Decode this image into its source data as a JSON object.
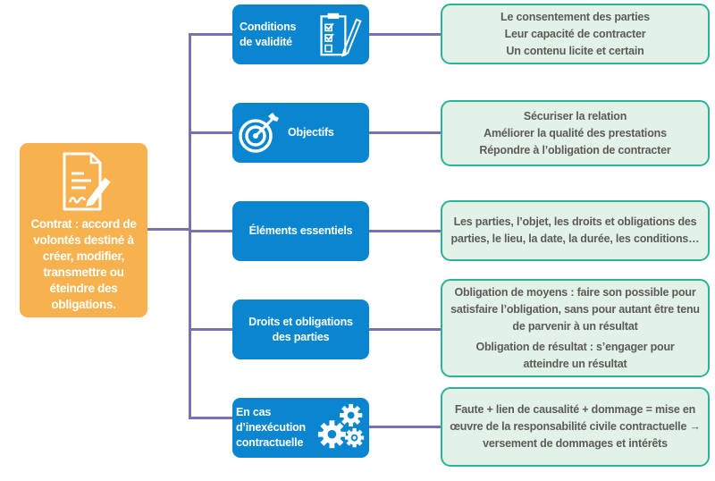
{
  "colors": {
    "root_fill": "#f7b24f",
    "category_fill": "#0a86d0",
    "detail_fill": "#e3f2e7",
    "detail_border": "#2bb29a",
    "connector": "#7b6fb8",
    "detail_text": "#5b5b5b"
  },
  "root": {
    "icon": "contract-signature-icon",
    "label": "Contrat : accord de volontés destiné à créer, modifier, transmettre ou éteindre des obligations."
  },
  "branches": [
    {
      "category": {
        "label_lines": [
          "Conditions",
          "de validité"
        ],
        "icon": "clipboard-checklist-icon"
      },
      "details": [
        "Le consentement des parties",
        "Leur capacité de contracter",
        "Un contenu licite et certain"
      ]
    },
    {
      "category": {
        "label_lines": [
          "Objectifs"
        ],
        "icon": "target-arrow-icon"
      },
      "details": [
        "Sécuriser la relation",
        "Améliorer la qualité des prestations",
        "Répondre à l’obligation de contracter"
      ]
    },
    {
      "category": {
        "label_lines": [
          "Éléments essentiels"
        ],
        "icon": ""
      },
      "details": [
        "Les parties, l’objet, les droits et obligations des parties, le lieu, la date, la durée, les conditions…"
      ]
    },
    {
      "category": {
        "label_lines": [
          "Droits et obligations",
          "des parties"
        ],
        "icon": ""
      },
      "details": [
        "Obligation de moyens : faire son possible pour satisfaire l’obligation, sans pour autant être tenu de parvenir à un résultat",
        "Obligation de résultat : s’engager pour atteindre un résultat"
      ]
    },
    {
      "category": {
        "label_lines": [
          "En cas",
          "d’inexécution",
          "contractuelle"
        ],
        "icon": "gears-icon"
      },
      "details": [
        "Faute + lien de causalité + dommage = mise en œuvre de la responsabilité civile contractuelle → versement de dommages et intérêts"
      ]
    }
  ]
}
